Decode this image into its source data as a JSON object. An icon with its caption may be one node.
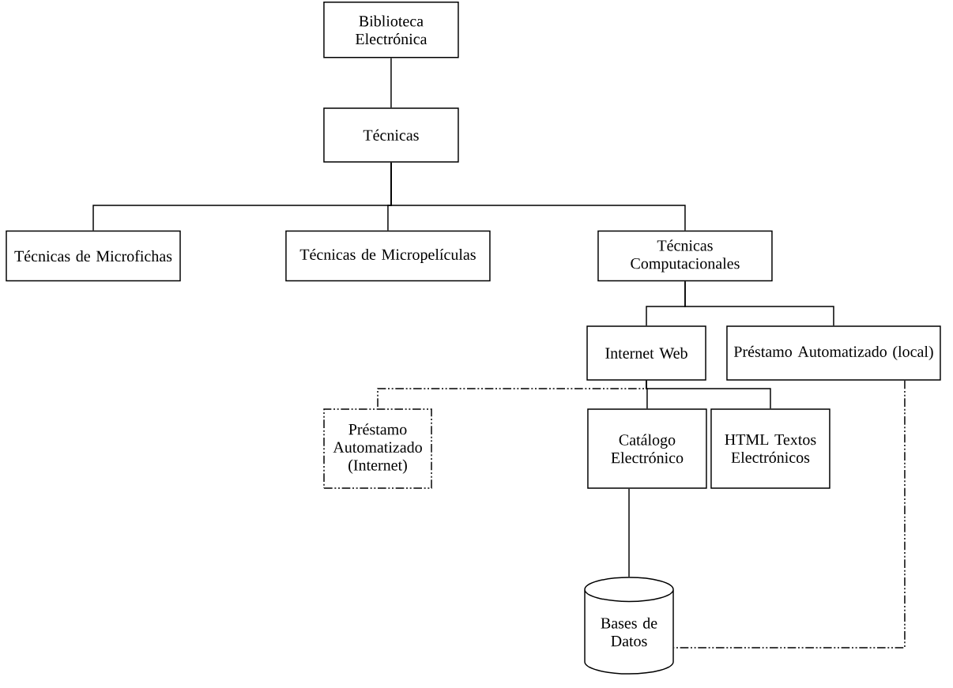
{
  "diagram": {
    "nodes": [
      {
        "text": [
          "Biblioteca Electrónica"
        ]
      },
      {
        "text": [
          "Técnicas"
        ]
      },
      {
        "text": [
          "Técnicas de Microfichas"
        ]
      },
      {
        "text": [
          "Técnicas de Micropelículas"
        ]
      },
      {
        "text": [
          "Técnicas Computacionales"
        ]
      },
      {
        "text": [
          "Internet Web"
        ]
      },
      {
        "text": [
          "Préstamo Automatizado (local)"
        ]
      },
      {
        "text": [
          "Préstamo Automatizado (Internet)"
        ]
      },
      {
        "text": [
          "Catálogo Electrónico"
        ]
      },
      {
        "text": [
          "HTML Textos Electrónicos"
        ]
      },
      {
        "text": [
          "Bases de Datos"
        ]
      }
    ],
    "edges": [
      {
        "from": 0,
        "to": 1,
        "arrow": "none"
      },
      {
        "from": 1,
        "to": 2,
        "arrow": "none"
      },
      {
        "from": 1,
        "to": 3,
        "arrow": "none"
      },
      {
        "from": 1,
        "to": 4,
        "arrow": "none"
      },
      {
        "from": 4,
        "to": 5,
        "arrow": "none"
      },
      {
        "from": 4,
        "to": 6,
        "arrow": "none"
      },
      {
        "from": 5,
        "to": 7,
        "arrow": "none",
        "style": "dashed"
      },
      {
        "from": 5,
        "to": 8,
        "arrow": "none"
      },
      {
        "from": 5,
        "to": 9,
        "arrow": "none"
      },
      {
        "from": 8,
        "to": 10,
        "arrow": "none"
      },
      {
        "from": 6,
        "to": 10,
        "arrow": "none",
        "style": "dashed"
      }
    ]
  }
}
